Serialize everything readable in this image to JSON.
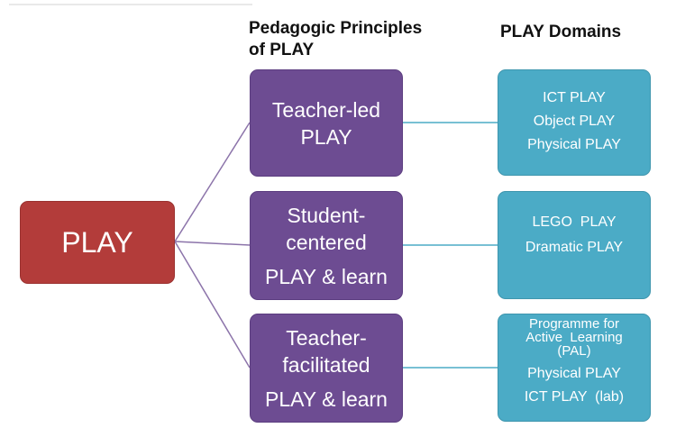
{
  "headers": {
    "principles": [
      "Pedagogic Principles",
      "of PLAY"
    ],
    "domains": "PLAY Domains"
  },
  "root": {
    "label": "PLAY"
  },
  "principles": [
    {
      "lines": [
        "Teacher-led",
        "PLAY"
      ]
    },
    {
      "lines": [
        "Student-",
        "centered",
        "PLAY & learn"
      ]
    },
    {
      "lines": [
        "Teacher-",
        "facilitated",
        "PLAY & learn"
      ]
    }
  ],
  "domains": [
    {
      "items": [
        "ICT PLAY",
        "Object PLAY",
        "Physical PLAY"
      ]
    },
    {
      "items": [
        "LEGO  PLAY",
        "Dramatic PLAY"
      ]
    },
    {
      "pal_lines": [
        "Programme for",
        "Active  Learning",
        "(PAL)"
      ],
      "items": [
        "Physical PLAY",
        "ICT PLAY  (lab)"
      ]
    }
  ],
  "colors": {
    "root": "#b33c3a",
    "principle": "#6d4c92",
    "domain": "#4babc6",
    "connector": "#8c74aa"
  }
}
